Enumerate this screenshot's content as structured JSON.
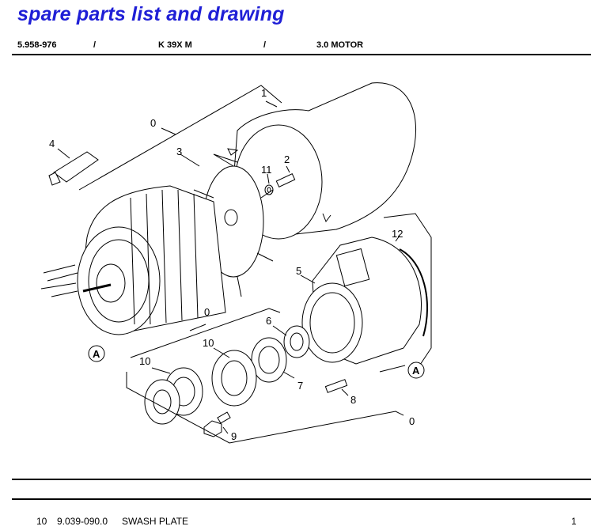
{
  "page_title": "spare parts list and drawing",
  "header": {
    "part_number": "5.958-976",
    "sep1": "/",
    "model": "K 39X M",
    "sep2": "/",
    "section": "3.0 MOTOR"
  },
  "callouts": {
    "c0a": "0",
    "c1": "1",
    "c2": "2",
    "c3": "3",
    "c4": "4",
    "c11": "11",
    "c12": "12",
    "c5": "5",
    "c0b": "0",
    "c6": "6",
    "c10a": "10",
    "c10b": "10",
    "c7": "7",
    "c8": "8",
    "c9": "9",
    "c0c": "0",
    "refA1": "A",
    "refA2": "A"
  },
  "parts_list": [
    {
      "pos": "10",
      "part_no": "9.039-090.0",
      "description": "SWASH PLATE",
      "qty": "1"
    }
  ]
}
